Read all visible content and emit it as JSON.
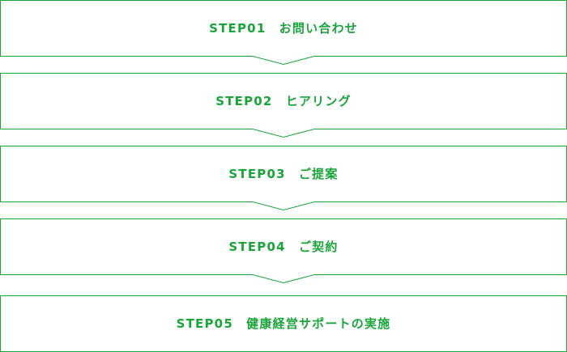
{
  "colors": {
    "accent": "#1aa53b",
    "background": "#ffffff"
  },
  "steps": [
    {
      "number": "STEP01",
      "label": "お問い合わせ"
    },
    {
      "number": "STEP02",
      "label": "ヒアリング"
    },
    {
      "number": "STEP03",
      "label": "ご提案"
    },
    {
      "number": "STEP04",
      "label": "ご契約"
    },
    {
      "number": "STEP05",
      "label": "健康経営サポートの実施"
    }
  ]
}
